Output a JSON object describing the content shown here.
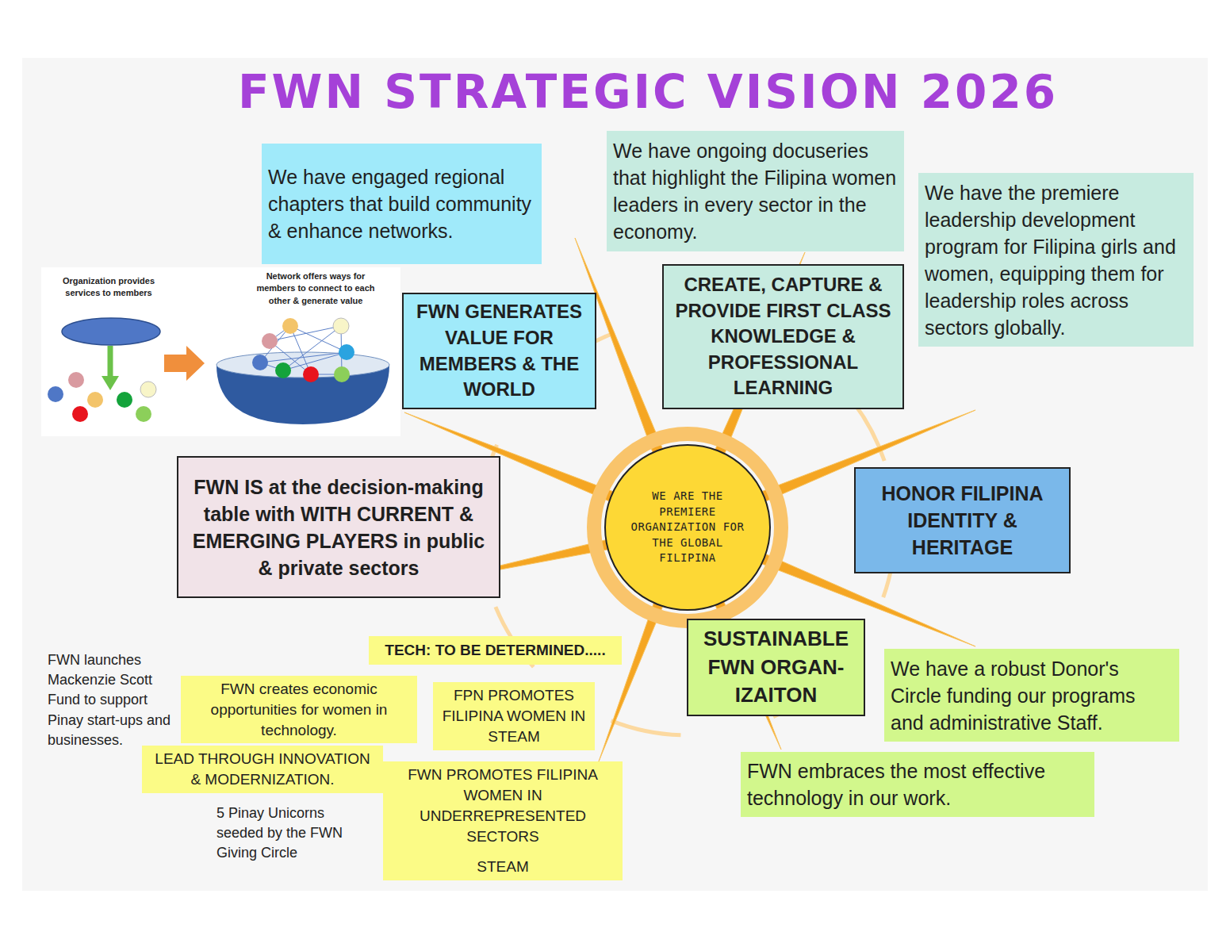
{
  "diagram": {
    "title": "FWN STRATEGIC VISION 2026",
    "nodes": [
      {
        "text": [
          "We have engaged regional chapters that build community & enhance networks."
        ]
      },
      {
        "text": [
          "We have ongoing docuseries that highlight the Filipina women leaders in every sector in the economy."
        ]
      },
      {
        "text": [
          "We have the premiere leadership development program for Filipina girls and women, equipping them for leadership roles across sectors globally."
        ]
      },
      {
        "text": [
          "FWN GENERATES VALUE FOR MEMBERS & THE WORLD"
        ]
      },
      {
        "text": [
          "CREATE, CAPTURE & PROVIDE FIRST CLASS KNOWLEDGE & PROFESSIONAL LEARNING"
        ]
      },
      {
        "text": [
          "FWN IS at the decision-making table with WITH CURRENT & EMERGING PLAYERS in public & private sectors"
        ]
      },
      {
        "text": [
          "WE ARE THE PREMIERE ORGANIZATION FOR THE GLOBAL FILIPINA"
        ]
      },
      {
        "text": [
          "HONOR FILIPINA IDENTITY & HERITAGE"
        ]
      },
      {
        "text": [
          "TECH: TO BE DETERMINED....."
        ]
      },
      {
        "text": [
          "FWN creates economic opportunities for women in technology."
        ]
      },
      {
        "text": [
          "FPN PROMOTES FILIPINA WOMEN IN STEAM"
        ]
      },
      {
        "text": [
          "LEAD THROUGH INNOVATION & MODERNIZATION."
        ]
      },
      {
        "text": [
          "FWN PROMOTES FILIPINA WOMEN IN UNDERREPRESENTED SECTORS",
          "STEAM"
        ]
      },
      {
        "text": [
          "SUSTAINABLE FWN ORGAN- IZAITON"
        ]
      },
      {
        "text": [
          "We have a robust Donor's Circle funding our programs and administrative Staff."
        ]
      },
      {
        "text": [
          "FWN embraces the most effective technology in our work."
        ]
      }
    ],
    "labels": [
      "Organization provides services to members",
      "Network offers ways for members to connect to each other & generate value",
      "FWN launches Mackenzie Scott Fund to support Pinay start-ups and businesses.",
      "5 Pinay Unicorns seeded by the FWN Giving Circle"
    ]
  }
}
